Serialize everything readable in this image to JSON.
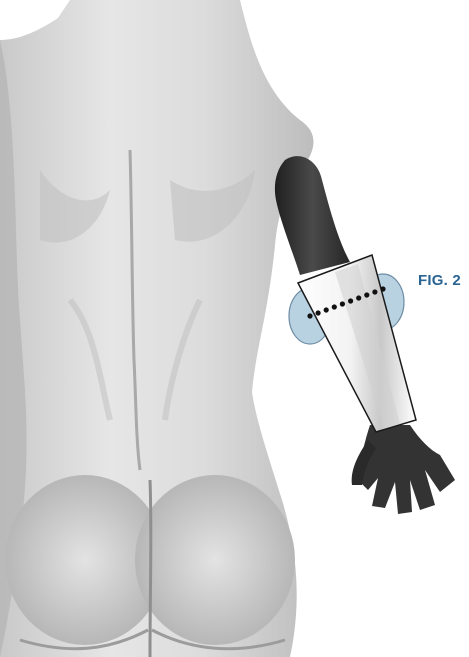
{
  "figure": {
    "label": "FIG. 2",
    "colors": {
      "label_text": "#2a6493",
      "skin_light": "#dedede",
      "skin_mid": "#c4c4c4",
      "skin_shadow": "#8e8e8e",
      "arm_dark": "#2e2e2e",
      "sleeve_fill": "#ffffff",
      "sleeve_stroke": "#1a1a1a",
      "pad_fill": "#b8d2e2",
      "pad_stroke": "#6f8ea6",
      "dot_line": "#111111"
    },
    "icons": [
      "human-back-illustration",
      "compression-sleeve",
      "elbow-pad",
      "measurement-line"
    ]
  }
}
